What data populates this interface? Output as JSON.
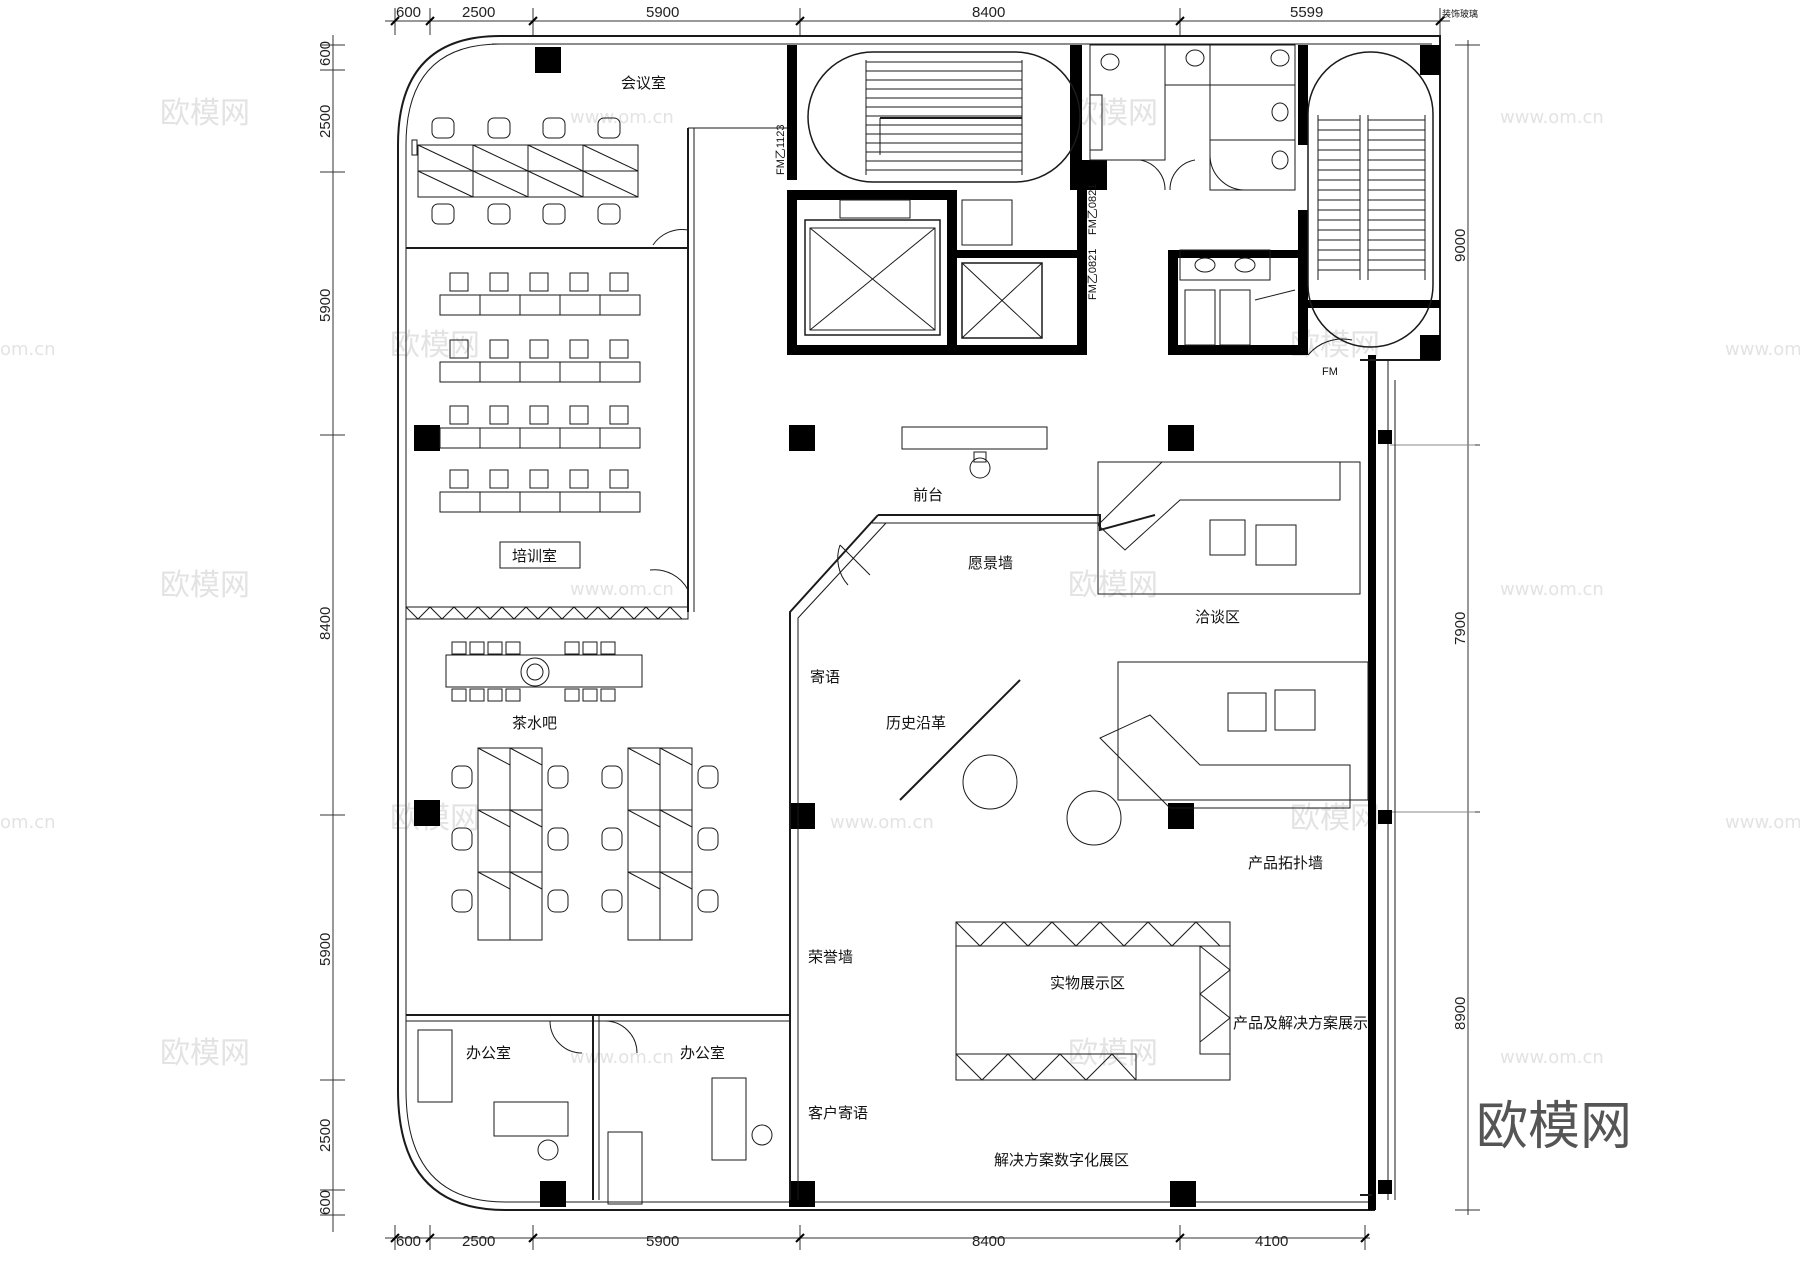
{
  "dimensions": {
    "top": [
      "600",
      "2500",
      "5900",
      "8400",
      "5599"
    ],
    "bottom": [
      "600",
      "2500",
      "5900",
      "8400",
      "4100"
    ],
    "left": [
      "600",
      "2500",
      "5900",
      "8400",
      "5900",
      "2500",
      "600"
    ],
    "right": [
      "9000",
      "7900",
      "8900"
    ]
  },
  "top_note": "装饰玻璃",
  "rooms": {
    "meeting": "会议室",
    "training": "培训室",
    "tea_bar": "茶水吧",
    "office_1": "办公室",
    "office_2": "办公室",
    "reception": "前台",
    "vision_wall": "愿景墙",
    "negotiation": "洽谈区",
    "message": "寄语",
    "history": "历史沿革",
    "topology_wall": "产品拓扑墙",
    "honor_wall": "荣誉墙",
    "exhibit_area": "实物展示区",
    "solutions_display": "产品及解决方案展示",
    "client_message": "客户寄语",
    "digital_area": "解决方案数字化展区"
  },
  "door_tags": {
    "fm1123": "FM乙1123",
    "fm0821a": "FM乙0821",
    "fm0821b": "FM乙0821",
    "fm": "FM"
  },
  "watermarks": {
    "cn": "欧模网",
    "url": "www.om.cn",
    "url_short": "om.cn"
  },
  "brand": "欧模网",
  "colors": {
    "wall": "#000000",
    "line": "#1a1a1a",
    "watermark": "#e3e3e3",
    "brand": "#555555"
  }
}
